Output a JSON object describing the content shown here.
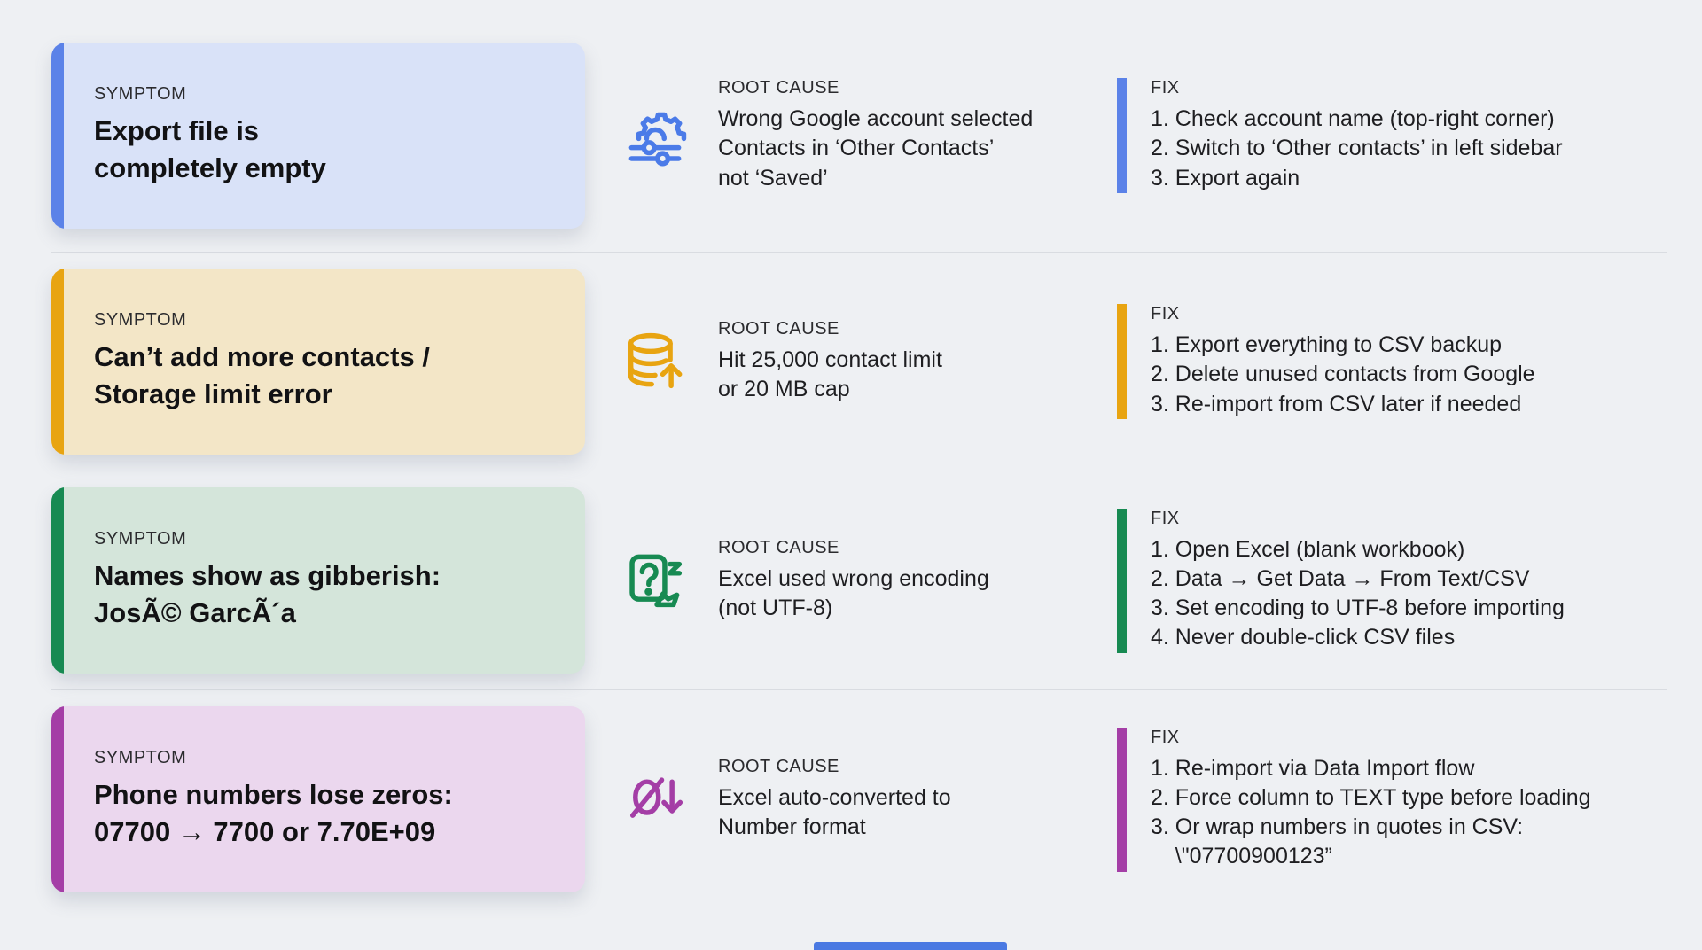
{
  "page": {
    "background": "#eef0f3",
    "divider_color": "#d9dce1",
    "bottom_bar_color": "#4a79e2"
  },
  "rows": [
    {
      "accent": "#5b82e8",
      "card_bg": "#d9e2f8",
      "icon": "gear-sliders-icon",
      "icon_color": "#4b7be8",
      "symptom_label": "SYMPTOM",
      "symptom_lines": [
        "Export file is",
        "completely empty"
      ],
      "root_cause_label": "ROOT CAUSE",
      "root_cause_lines": [
        "Wrong Google account selected",
        "Contacts in ‘Other Contacts’",
        "not ‘Saved’"
      ],
      "fix_label": "FIX",
      "fix_steps": [
        "1. Check account name (top-right corner)",
        "2. Switch to ‘Other contacts’ in left sidebar",
        "3. Export again"
      ]
    },
    {
      "accent": "#e8a411",
      "card_bg": "#f3e6c7",
      "icon": "database-up-arrow-icon",
      "icon_color": "#e8a411",
      "symptom_label": "SYMPTOM",
      "symptom_lines": [
        "Can’t add more contacts /",
        "Storage limit error"
      ],
      "root_cause_label": "ROOT CAUSE",
      "root_cause_lines": [
        "Hit 25,000 contact limit",
        "or 20 MB cap"
      ],
      "fix_label": "FIX",
      "fix_steps": [
        "1. Export everything to CSV backup",
        "2. Delete unused contacts from Google",
        "3. Re-import from CSV later if needed"
      ]
    },
    {
      "accent": "#178a52",
      "card_bg": "#d4e5da",
      "icon": "document-question-icon",
      "icon_color": "#178a52",
      "symptom_label": "SYMPTOM",
      "symptom_lines": [
        "Names show as gibberish:",
        "JosÃ© GarcÃ´a"
      ],
      "root_cause_label": "ROOT CAUSE",
      "root_cause_lines": [
        "Excel used wrong encoding",
        "(not UTF-8)"
      ],
      "fix_label": "FIX",
      "fix_steps": [
        "1. Open Excel (blank workbook)",
        "2. Data → Get Data → From Text/CSV",
        "3. Set encoding to UTF-8 before importing",
        "4. Never double-click CSV files"
      ]
    },
    {
      "accent": "#a43ea6",
      "card_bg": "#ebd7ee",
      "icon": "zero-slash-down-arrow-icon",
      "icon_color": "#a43ea6",
      "symptom_label": "SYMPTOM",
      "symptom_lines": [
        "Phone numbers lose zeros:",
        "07700 → 7700 or 7.70E+09"
      ],
      "root_cause_label": "ROOT CAUSE",
      "root_cause_lines": [
        "Excel auto-converted to",
        "Number format"
      ],
      "fix_label": "FIX",
      "fix_steps": [
        "1. Re-import via Data Import flow",
        "2. Force column to TEXT type before loading",
        "3. Or wrap numbers in quotes in CSV:",
        "    \\\"07700900123”"
      ]
    }
  ]
}
